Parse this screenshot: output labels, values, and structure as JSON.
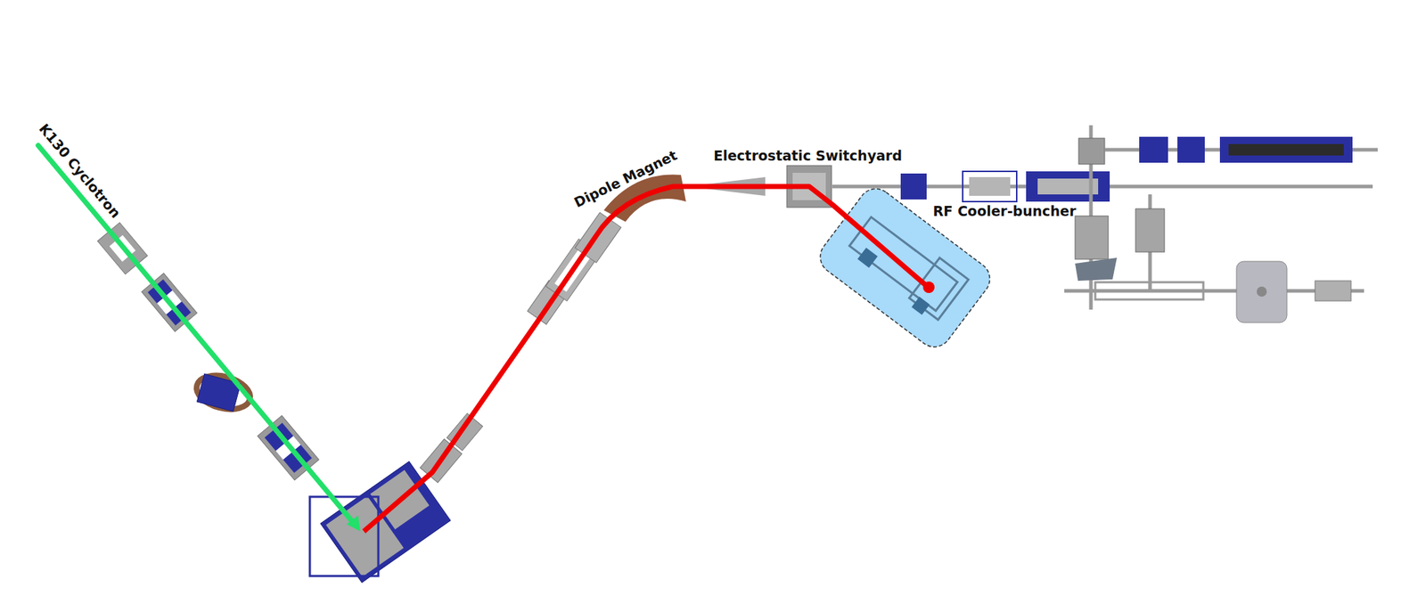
{
  "diagram": {
    "labels": [
      "K130 Cyclotron",
      "Dipole Magnet",
      "Electrostatic Switchyard",
      "RF Cooler-buncher"
    ]
  }
}
